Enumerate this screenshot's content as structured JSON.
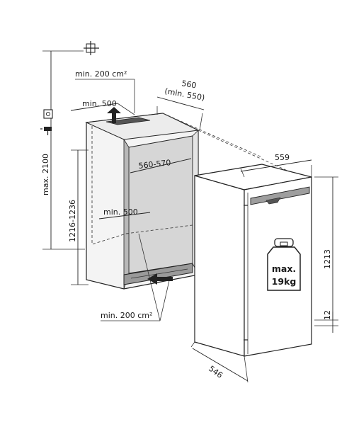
{
  "labels": {
    "vent_top": "min. 200 cm²",
    "vent_bottom": "min. 200 cm²",
    "top_depth": "min. 500",
    "inner_depth": "min. 500",
    "niche_width": "560",
    "niche_width_min": "(min. 550)",
    "niche_inner_width": "560-570",
    "niche_height": "1216-1236",
    "total_height": "max. 2100",
    "appliance_width": "559",
    "appliance_height": "1213",
    "appliance_depth": "546",
    "door_offset": "12",
    "weight_line1": "max.",
    "weight_line2": "19kg"
  },
  "icons": {
    "power_socket": "power-socket-icon",
    "plug": "plug-icon",
    "dimension_marker": "dimension-marker-icon",
    "weight": "weight-icon",
    "airflow_up": "arrow-up-icon",
    "airflow_in": "arrow-left-icon"
  },
  "colors": {
    "line": "#222222",
    "niche_shade": "#d9d9d9",
    "niche_inner": "#c8c8c8",
    "appliance_fill": "#ffffff"
  }
}
